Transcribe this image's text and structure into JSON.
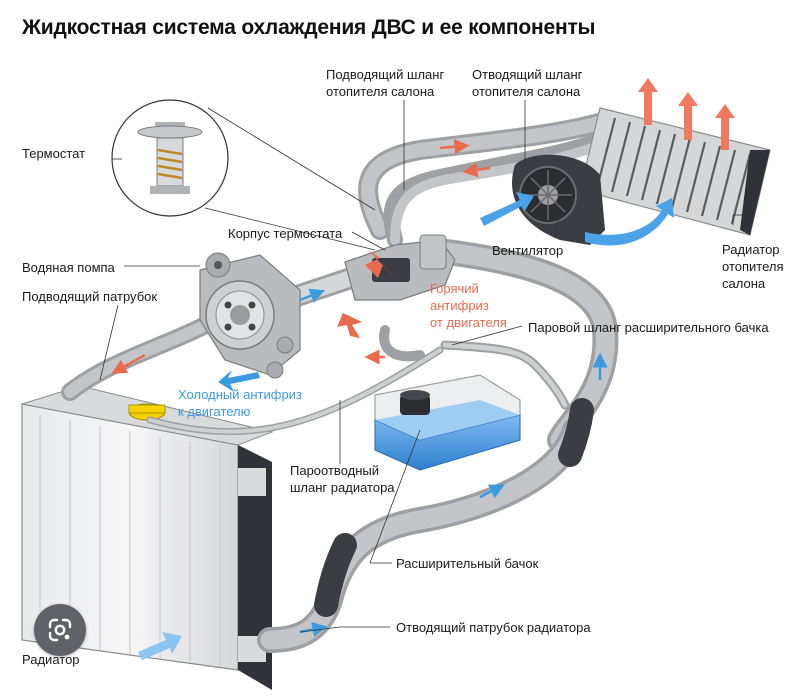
{
  "title": "Жидкостная система охлаждения ДВС и ее компоненты",
  "labels": {
    "inlet_heater_hose": [
      "Подводящий шланг",
      "отопителя салона"
    ],
    "outlet_heater_hose": [
      "Отводящий шланг",
      "отопителя салона"
    ],
    "thermostat": "Термостат",
    "thermostat_housing": "Корпус термостата",
    "water_pump": "Водяная помпа",
    "inlet_pipe": "Подводящий патрубок",
    "fan": "Вентилятор",
    "heater_radiator": [
      "Радиатор",
      "отопителя",
      "салона"
    ],
    "hot_antifreeze": [
      "Горячий",
      "антифриз",
      "от двигателя"
    ],
    "expansion_vapor_hose": "Паровой шланг расширительного бачка",
    "cold_antifreeze": [
      "Холодный антифриз",
      "к двигателю"
    ],
    "radiator_vapor_hose": [
      "Пароотводный",
      "шланг радиатора"
    ],
    "expansion_tank": "Расширительный бачок",
    "radiator_outlet": "Отводящий патрубок радиатора",
    "radiator": "Радиатор"
  },
  "icons": {
    "lens": "google-lens-icon"
  },
  "colors": {
    "hot": "#ea6a4e",
    "cold": "#3a9be0",
    "tank": "#3f91dc",
    "hose": "#b7b9bc",
    "dark_hose": "#3a3d42"
  }
}
